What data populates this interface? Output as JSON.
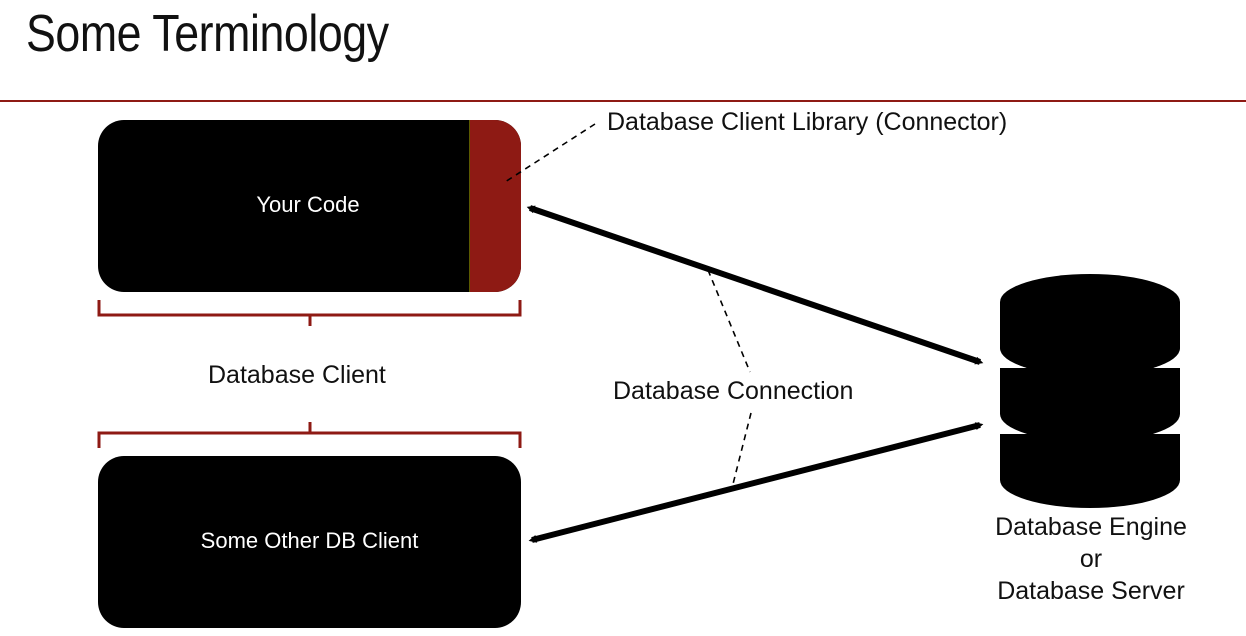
{
  "title": "Some Terminology",
  "boxes": {
    "your_code": "Your Code",
    "other_client": "Some Other DB Client"
  },
  "labels": {
    "connector": "Database Client Library (Connector)",
    "database_client": "Database Client",
    "database_connection": "Database Connection",
    "engine_line1": "Database Engine",
    "engine_line2": "or",
    "engine_line3": "Database Server"
  },
  "colors": {
    "accent": "#8e1a14",
    "box": "#000000",
    "text": "#111111"
  }
}
